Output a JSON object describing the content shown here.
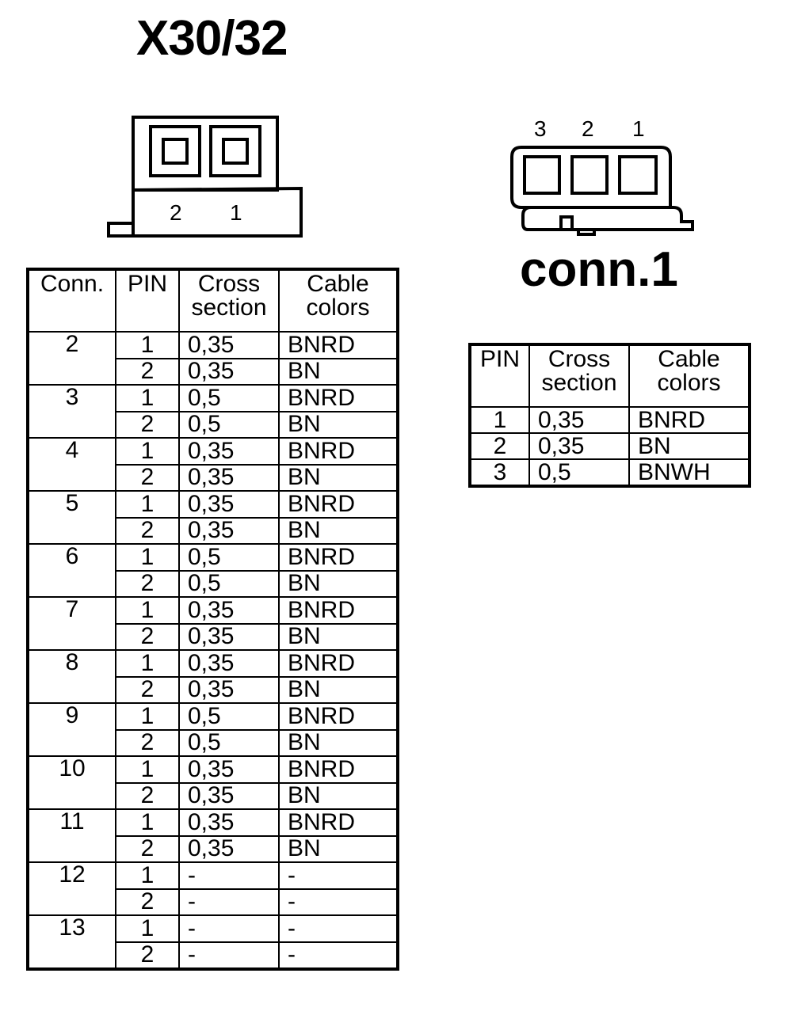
{
  "title_x": "X30/32",
  "title_conn": "conn.1",
  "connector_x": {
    "pin_labels": [
      "2",
      "1"
    ]
  },
  "connector_1": {
    "pin_labels": [
      "3",
      "2",
      "1"
    ]
  },
  "table_x": {
    "headers": {
      "conn": "Conn.",
      "pin": "PIN",
      "cross1": "Cross",
      "cross2": "section",
      "cable1": "Cable",
      "cable2": "colors"
    },
    "groups": [
      {
        "conn": "2",
        "rows": [
          {
            "pin": "1",
            "cross": "0,35",
            "color": "BNRD"
          },
          {
            "pin": "2",
            "cross": "0,35",
            "color": "BN"
          }
        ]
      },
      {
        "conn": "3",
        "rows": [
          {
            "pin": "1",
            "cross": "0,5",
            "color": "BNRD"
          },
          {
            "pin": "2",
            "cross": "0,5",
            "color": "BN"
          }
        ]
      },
      {
        "conn": "4",
        "rows": [
          {
            "pin": "1",
            "cross": "0,35",
            "color": "BNRD"
          },
          {
            "pin": "2",
            "cross": "0,35",
            "color": "BN"
          }
        ]
      },
      {
        "conn": "5",
        "rows": [
          {
            "pin": "1",
            "cross": "0,35",
            "color": "BNRD"
          },
          {
            "pin": "2",
            "cross": "0,35",
            "color": "BN"
          }
        ]
      },
      {
        "conn": "6",
        "rows": [
          {
            "pin": "1",
            "cross": "0,5",
            "color": "BNRD"
          },
          {
            "pin": "2",
            "cross": "0,5",
            "color": "BN"
          }
        ]
      },
      {
        "conn": "7",
        "rows": [
          {
            "pin": "1",
            "cross": "0,35",
            "color": "BNRD"
          },
          {
            "pin": "2",
            "cross": "0,35",
            "color": "BN"
          }
        ]
      },
      {
        "conn": "8",
        "rows": [
          {
            "pin": "1",
            "cross": "0,35",
            "color": "BNRD"
          },
          {
            "pin": "2",
            "cross": "0,35",
            "color": "BN"
          }
        ]
      },
      {
        "conn": "9",
        "rows": [
          {
            "pin": "1",
            "cross": "0,5",
            "color": "BNRD"
          },
          {
            "pin": "2",
            "cross": "0,5",
            "color": "BN"
          }
        ]
      },
      {
        "conn": "10",
        "rows": [
          {
            "pin": "1",
            "cross": "0,35",
            "color": "BNRD"
          },
          {
            "pin": "2",
            "cross": "0,35",
            "color": "BN"
          }
        ]
      },
      {
        "conn": "11",
        "rows": [
          {
            "pin": "1",
            "cross": "0,35",
            "color": "BNRD"
          },
          {
            "pin": "2",
            "cross": "0,35",
            "color": "BN"
          }
        ]
      },
      {
        "conn": "12",
        "rows": [
          {
            "pin": "1",
            "cross": "-",
            "color": "-"
          },
          {
            "pin": "2",
            "cross": "-",
            "color": "-"
          }
        ]
      },
      {
        "conn": "13",
        "rows": [
          {
            "pin": "1",
            "cross": "-",
            "color": "-"
          },
          {
            "pin": "2",
            "cross": "-",
            "color": "-"
          }
        ]
      }
    ]
  },
  "table_conn1": {
    "headers": {
      "pin": "PIN",
      "cross1": "Cross",
      "cross2": "section",
      "cable1": "Cable",
      "cable2": "colors"
    },
    "rows": [
      {
        "pin": "1",
        "cross": "0,35",
        "color": "BNRD"
      },
      {
        "pin": "2",
        "cross": "0,35",
        "color": "BN"
      },
      {
        "pin": "3",
        "cross": "0,5",
        "color": "BNWH"
      }
    ]
  }
}
